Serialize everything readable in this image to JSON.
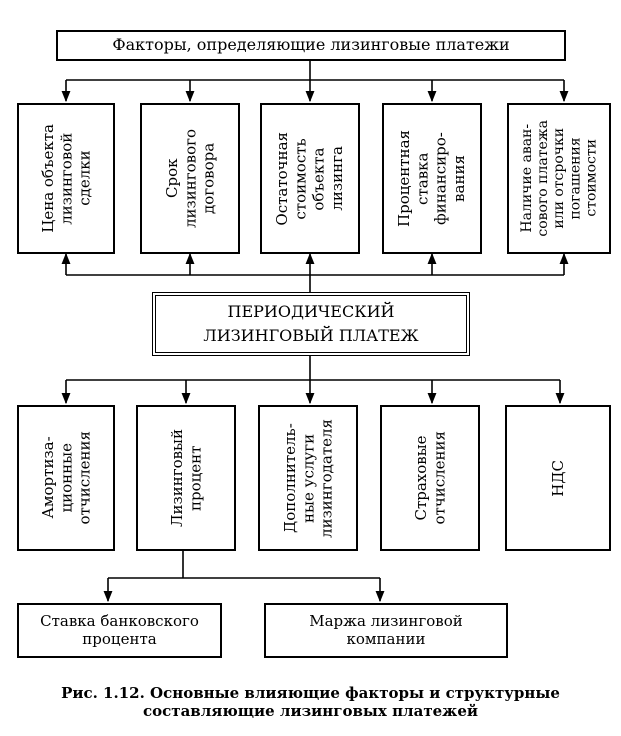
{
  "top": {
    "title": "Факторы, определяющие лизинговые платежи"
  },
  "factors": [
    {
      "label": "Цена объекта\nлизинговой\nсделки"
    },
    {
      "label": "Срок\nлизингового\nдоговора"
    },
    {
      "label": "Остаточная\nстоимость\nобъекта\nлизинга"
    },
    {
      "label": "Процентная\nставка\nфинансиро-\nвания"
    },
    {
      "label": "Наличие аван-\nсового платежа\nили отсрочки\nпогашения\nстоимости"
    }
  ],
  "center": {
    "line1": "ПЕРИОДИЧЕСКИЙ",
    "line2": "ЛИЗИНГОВЫЙ ПЛАТЕЖ"
  },
  "components": [
    {
      "label": "Амортиза-\nционные\nотчисления"
    },
    {
      "label": "Лизинговый\nпроцент"
    },
    {
      "label": "Дополнитель-\nные услуги\nлизингодателя"
    },
    {
      "label": "Страховые\nотчисления"
    },
    {
      "label": "НДС"
    }
  ],
  "bottom": [
    {
      "label": "Ставка банковского\nпроцента"
    },
    {
      "label": "Маржа лизинговой\nкомпании"
    }
  ],
  "caption": {
    "line1": "Рис. 1.12. Основные влияющие факторы и структурные",
    "line2": "составляющие лизинговых платежей"
  }
}
